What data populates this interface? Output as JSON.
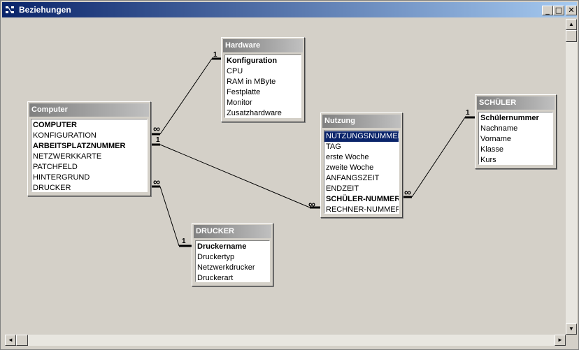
{
  "window": {
    "title": "Beziehungen"
  },
  "title_buttons": {
    "minimize": "_",
    "maximize": "□",
    "close": "✕"
  },
  "tables": {
    "computer": {
      "title": "Computer",
      "fields": [
        "COMPUTER",
        "KONFIGURATION",
        "ARBEITSPLATZNUMMER",
        "NETZWERKKARTE",
        "PATCHFELD",
        "HINTERGRUND",
        "DRUCKER"
      ],
      "bold": [
        0,
        2
      ]
    },
    "hardware": {
      "title": "Hardware",
      "fields": [
        "Konfiguration",
        "CPU",
        "RAM in MByte",
        "Festplatte",
        "Monitor",
        "Zusatzhardware"
      ],
      "bold": [
        0
      ]
    },
    "nutzung": {
      "title": "Nutzung",
      "fields": [
        "NUTZUNGSNUMMER",
        "TAG",
        "erste Woche",
        "zweite Woche",
        "ANFANGSZEIT",
        "ENDZEIT",
        "SCHÜLER-NUMMER",
        "RECHNER-NUMMER"
      ],
      "bold": [
        6
      ],
      "selected": 0
    },
    "schueler": {
      "title": "SCHÜLER",
      "fields": [
        "Schülernummer",
        "Nachname",
        "Vorname",
        "Klasse",
        "Kurs"
      ],
      "bold": [
        0
      ]
    },
    "drucker": {
      "title": "DRUCKER",
      "fields": [
        "Druckername",
        "Druckertyp",
        "Netzwerkdrucker",
        "Druckerart"
      ],
      "bold": [
        0
      ]
    }
  },
  "relationships": {
    "computer_hardware": {
      "many": "∞",
      "one": "1"
    },
    "computer_nutzung": {
      "one": "1",
      "many": "∞"
    },
    "nutzung_schueler": {
      "many": "∞",
      "one": "1"
    },
    "computer_drucker": {
      "many": "∞",
      "one": "1"
    }
  },
  "icons": {
    "window": "relationships-window-icon",
    "scroll_up": "▲",
    "scroll_down": "▼",
    "scroll_left": "◄",
    "scroll_right": "►"
  }
}
